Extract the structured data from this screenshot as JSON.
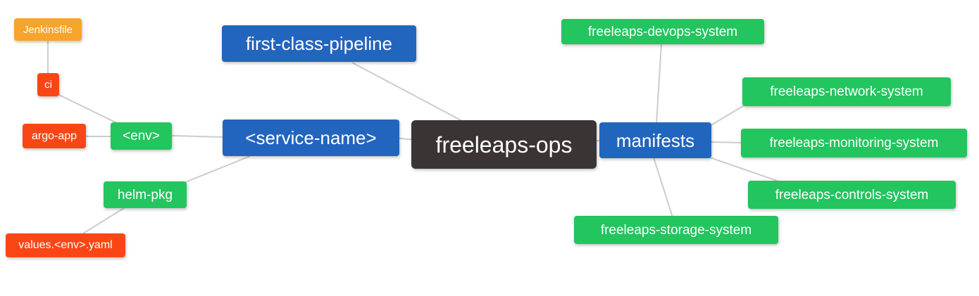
{
  "nodes": [
    {
      "id": "jenkinsfile",
      "label": "Jenkinsfile",
      "color": "#F7A42B"
    },
    {
      "id": "ci",
      "label": "ci",
      "color": "#FA4616"
    },
    {
      "id": "argo-app",
      "label": "argo-app",
      "color": "#FA4616"
    },
    {
      "id": "env",
      "label": "<env>",
      "color": "#22C55E"
    },
    {
      "id": "first-class-pipeline",
      "label": "first-class-pipeline",
      "color": "#2265BE"
    },
    {
      "id": "service-name",
      "label": "<service-name>",
      "color": "#2265BE"
    },
    {
      "id": "freeleaps-ops",
      "label": "freeleaps-ops",
      "color": "#3A3534"
    },
    {
      "id": "manifests",
      "label": "manifests",
      "color": "#2265BE"
    },
    {
      "id": "helm-pkg",
      "label": "helm-pkg",
      "color": "#22C55E"
    },
    {
      "id": "values-env-yaml",
      "label": "values.<env>.yaml",
      "color": "#FA4616"
    },
    {
      "id": "freeleaps-devops-system",
      "label": "freeleaps-devops-system",
      "color": "#22C55E"
    },
    {
      "id": "freeleaps-network-system",
      "label": "freeleaps-network-system",
      "color": "#22C55E"
    },
    {
      "id": "freeleaps-monitoring-system",
      "label": "freeleaps-monitoring-system",
      "color": "#22C55E"
    },
    {
      "id": "freeleaps-controls-system",
      "label": "freeleaps-controls-system",
      "color": "#22C55E"
    },
    {
      "id": "freeleaps-storage-system",
      "label": "freeleaps-storage-system",
      "color": "#22C55E"
    }
  ],
  "edges": [
    {
      "from": "jenkinsfile",
      "to": "ci"
    },
    {
      "from": "ci",
      "to": "env"
    },
    {
      "from": "argo-app",
      "to": "env"
    },
    {
      "from": "env",
      "to": "service-name"
    },
    {
      "from": "helm-pkg",
      "to": "service-name"
    },
    {
      "from": "values-env-yaml",
      "to": "helm-pkg"
    },
    {
      "from": "service-name",
      "to": "freeleaps-ops"
    },
    {
      "from": "first-class-pipeline",
      "to": "freeleaps-ops"
    },
    {
      "from": "freeleaps-ops",
      "to": "manifests"
    },
    {
      "from": "manifests",
      "to": "freeleaps-devops-system"
    },
    {
      "from": "manifests",
      "to": "freeleaps-network-system"
    },
    {
      "from": "manifests",
      "to": "freeleaps-monitoring-system"
    },
    {
      "from": "manifests",
      "to": "freeleaps-controls-system"
    },
    {
      "from": "manifests",
      "to": "freeleaps-storage-system"
    }
  ],
  "colors": {
    "orange": "#F7A42B",
    "red": "#FA4616",
    "green": "#22C55E",
    "blue": "#2265BE",
    "dark": "#3A3534",
    "connector": "#CCCCCC",
    "text": "#FFFFFF",
    "background": "#FFFFFF"
  }
}
